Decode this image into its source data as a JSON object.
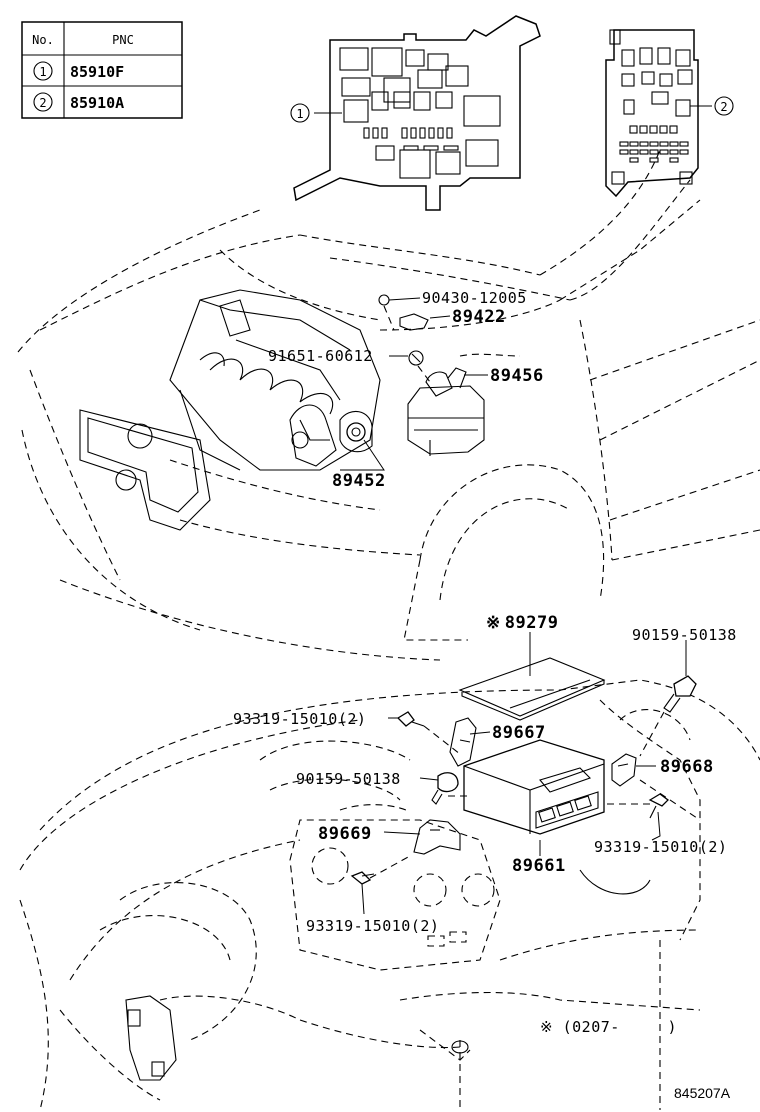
{
  "table": {
    "header_no": "No.",
    "header_pnc": "PNC",
    "rows": [
      {
        "no": "1",
        "pnc": "85910F"
      },
      {
        "no": "2",
        "pnc": "85910A"
      }
    ]
  },
  "callouts": {
    "c1": "1",
    "c2": "2"
  },
  "parts": {
    "p90430": "90430-12005",
    "p89422": "89422",
    "p91651": "91651-60612",
    "p89456": "89456",
    "p89452": "89452",
    "p89279": "89279",
    "p90159a": "90159-50138",
    "p93319a": "93319-15010(2)",
    "p89667": "89667",
    "p90159b": "90159-50138",
    "p89668": "89668",
    "p89669": "89669",
    "p93319b": "93319-15010(2)",
    "p89661": "89661",
    "p93319c": "93319-15010(2)"
  },
  "marks": {
    "star": "※",
    "footnote": "※ (0207-     )"
  },
  "diagram_code": "845207A"
}
